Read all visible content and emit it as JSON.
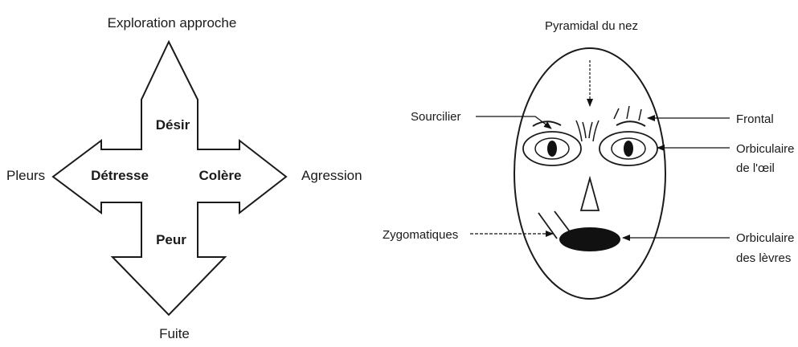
{
  "emotion_cross": {
    "top": "Exploration approche",
    "left": "Pleurs",
    "right": "Agression",
    "bottom": "Fuite",
    "arm_up": "Désir",
    "arm_left": "Détresse",
    "arm_right": "Colère",
    "arm_down": "Peur"
  },
  "face": {
    "pyramidal": "Pyramidal du nez",
    "sourcilier": "Sourcilier",
    "frontal": "Frontal",
    "orbiculaire_oeil": [
      "Orbiculaire",
      "de l'œil"
    ],
    "zygomatiques": "Zygomatiques",
    "orbiculaire_levres": [
      "Orbiculaire",
      "des lèvres"
    ]
  }
}
